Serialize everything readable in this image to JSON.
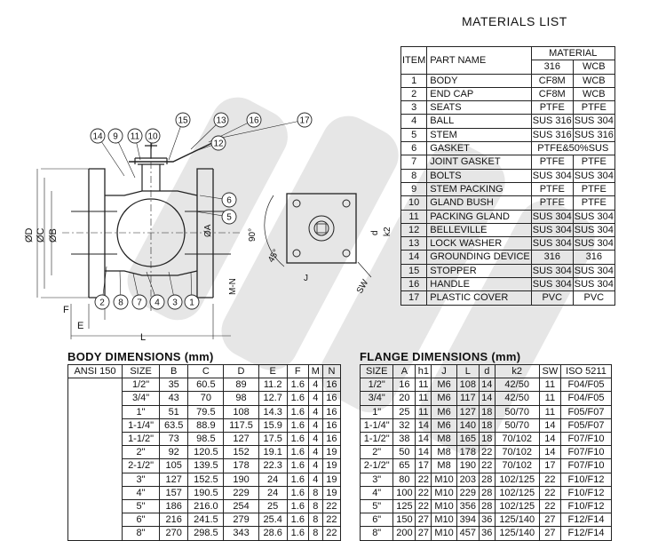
{
  "materials": {
    "title": "MATERIALS LIST",
    "header": {
      "item": "ITEM",
      "part": "PART NAME",
      "material": "MATERIAL",
      "col1": "316",
      "col2": "WCB"
    },
    "rows": [
      [
        "1",
        "BODY",
        "CF8M",
        "WCB"
      ],
      [
        "2",
        "END CAP",
        "CF8M",
        "WCB"
      ],
      [
        "3",
        "SEATS",
        "PTFE",
        "PTFE"
      ],
      [
        "4",
        "BALL",
        "SUS 316",
        "SUS 304"
      ],
      [
        "5",
        "STEM",
        "SUS 316",
        "SUS 316"
      ],
      [
        "6",
        "GASKET",
        "PTFE&50%SUS",
        ""
      ],
      [
        "7",
        "JOINT GASKET",
        "PTFE",
        "PTFE"
      ],
      [
        "8",
        "BOLTS",
        "SUS 304",
        "SUS 304"
      ],
      [
        "9",
        "STEM PACKING",
        "PTFE",
        "PTFE"
      ],
      [
        "10",
        "GLAND BUSH",
        "PTFE",
        "PTFE"
      ],
      [
        "11",
        "PACKING GLAND",
        "SUS 304",
        "SUS 304"
      ],
      [
        "12",
        "BELLEVILLE",
        "SUS 304",
        "SUS 304"
      ],
      [
        "13",
        "LOCK WASHER",
        "SUS 304",
        "SUS 304"
      ],
      [
        "14",
        "GROUNDING DEVICE",
        "316",
        "316"
      ],
      [
        "15",
        "STOPPER",
        "SUS 304",
        "SUS 304"
      ],
      [
        "16",
        "HANDLE",
        "SUS 304",
        "SUS 304"
      ],
      [
        "17",
        "PLASTIC COVER",
        "PVC",
        "PVC"
      ]
    ]
  },
  "body_dims": {
    "title": "BODY DIMENSIONS (mm)",
    "class_label": "ANSI 150",
    "headers": [
      "SIZE",
      "B",
      "C",
      "D",
      "E",
      "F",
      "M",
      "N"
    ],
    "rows": [
      [
        "1/2\"",
        "35",
        "60.5",
        "89",
        "11.2",
        "1.6",
        "4",
        "16"
      ],
      [
        "3/4\"",
        "43",
        "70",
        "98",
        "12.7",
        "1.6",
        "4",
        "16"
      ],
      [
        "1\"",
        "51",
        "79.5",
        "108",
        "14.3",
        "1.6",
        "4",
        "16"
      ],
      [
        "1-1/4\"",
        "63.5",
        "88.9",
        "117.5",
        "15.9",
        "1.6",
        "4",
        "16"
      ],
      [
        "1-1/2\"",
        "73",
        "98.5",
        "127",
        "17.5",
        "1.6",
        "4",
        "16"
      ],
      [
        "2\"",
        "92",
        "120.5",
        "152",
        "19.1",
        "1.6",
        "4",
        "19"
      ],
      [
        "2-1/2\"",
        "105",
        "139.5",
        "178",
        "22.3",
        "1.6",
        "4",
        "19"
      ],
      [
        "3\"",
        "127",
        "152.5",
        "190",
        "24",
        "1.6",
        "4",
        "19"
      ],
      [
        "4\"",
        "157",
        "190.5",
        "229",
        "24",
        "1.6",
        "8",
        "19"
      ],
      [
        "5\"",
        "186",
        "216.0",
        "254",
        "25",
        "1.6",
        "8",
        "22"
      ],
      [
        "6\"",
        "216",
        "241.5",
        "279",
        "25.4",
        "1.6",
        "8",
        "22"
      ],
      [
        "8\"",
        "270",
        "298.5",
        "343",
        "28.6",
        "1.6",
        "8",
        "22"
      ]
    ]
  },
  "flange_dims": {
    "title": "FLANGE DIMENSIONS (mm)",
    "headers": [
      "SIZE",
      "A",
      "h1",
      "J",
      "L",
      "d",
      "k2",
      "SW",
      "ISO 5211"
    ],
    "rows": [
      [
        "1/2\"",
        "16",
        "11",
        "M6",
        "108",
        "14",
        "42/50",
        "11",
        "F04/F05"
      ],
      [
        "3/4\"",
        "20",
        "11",
        "M6",
        "117",
        "14",
        "42/50",
        "11",
        "F04/F05"
      ],
      [
        "1\"",
        "25",
        "11",
        "M6",
        "127",
        "18",
        "50/70",
        "11",
        "F05/F07"
      ],
      [
        "1-1/4\"",
        "32",
        "14",
        "M6",
        "140",
        "18",
        "50/70",
        "14",
        "F05/F07"
      ],
      [
        "1-1/2\"",
        "38",
        "14",
        "M8",
        "165",
        "18",
        "70/102",
        "14",
        "F07/F10"
      ],
      [
        "2\"",
        "50",
        "14",
        "M8",
        "178",
        "22",
        "70/102",
        "14",
        "F07/F10"
      ],
      [
        "2-1/2\"",
        "65",
        "17",
        "M8",
        "190",
        "22",
        "70/102",
        "17",
        "F07/F10"
      ],
      [
        "3\"",
        "80",
        "22",
        "M10",
        "203",
        "28",
        "102/125",
        "22",
        "F10/F12"
      ],
      [
        "4\"",
        "100",
        "22",
        "M10",
        "229",
        "28",
        "102/125",
        "22",
        "F10/F12"
      ],
      [
        "5\"",
        "125",
        "22",
        "M10",
        "356",
        "28",
        "102/125",
        "22",
        "F10/F12"
      ],
      [
        "6\"",
        "150",
        "27",
        "M10",
        "394",
        "36",
        "125/140",
        "27",
        "F12/F14"
      ],
      [
        "8\"",
        "200",
        "27",
        "M10",
        "457",
        "36",
        "125/140",
        "27",
        "F12/F14"
      ]
    ]
  },
  "drawing": {
    "balloons": [
      "14",
      "9",
      "11",
      "10",
      "15",
      "13",
      "16",
      "17",
      "12",
      "6",
      "5",
      "2",
      "8",
      "7",
      "4",
      "3",
      "1"
    ],
    "dims": {
      "D": "ØD",
      "C": "ØC",
      "B": "ØB",
      "A": "ØA",
      "F": "F",
      "E": "E",
      "L": "L",
      "MN": "M-N",
      "d": "d",
      "k2": "k2",
      "deg90": "90°",
      "deg45": "45°",
      "J": "J",
      "SW": "SW"
    }
  }
}
